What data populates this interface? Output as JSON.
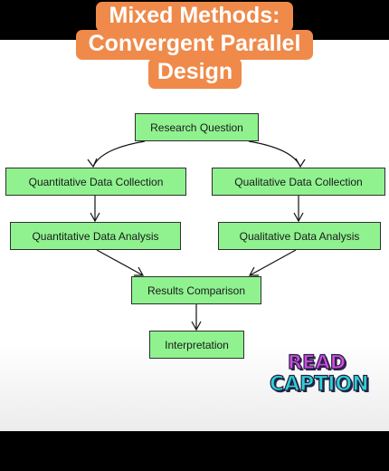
{
  "title": {
    "line1": "Mixed Methods:",
    "line2": "Convergent Parallel",
    "line3": "Design"
  },
  "nodes": {
    "research_question": "Research Question",
    "quantitative_collection": "Quantitative Data Collection",
    "qualitative_collection": "Qualitative Data Collection",
    "quantitative_analysis": "Quantitative Data Analysis",
    "qualitative_analysis": "Qualitative Data Analysis",
    "results_comparison": "Results Comparison",
    "interpretation": "Interpretation"
  },
  "badge": {
    "line1": "READ",
    "line2": "CAPTION"
  },
  "colors": {
    "title_background": "#ef8a4a",
    "node_fill": "#8ff28f",
    "band": "#000000",
    "badge_read": "#d14be0",
    "badge_caption": "#2fd0d8"
  }
}
